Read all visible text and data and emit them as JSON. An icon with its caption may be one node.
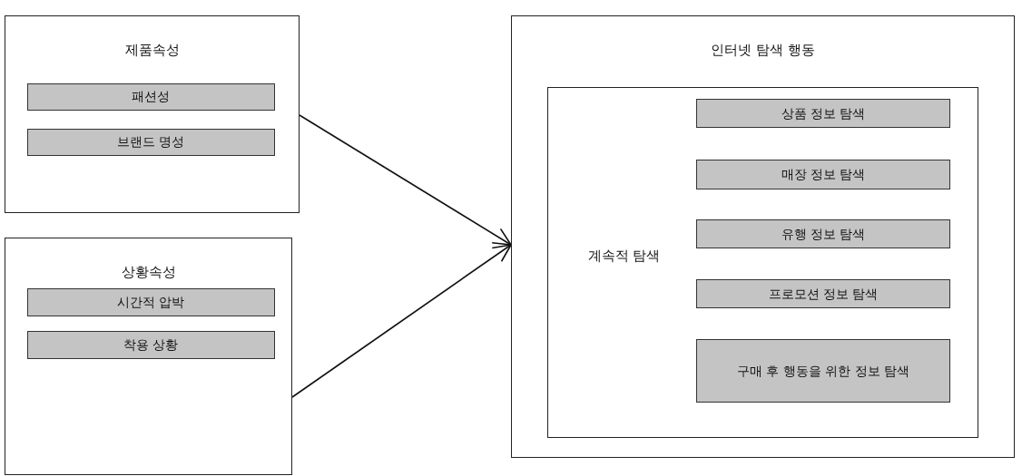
{
  "diagram": {
    "nodes": [
      {
        "text": [
          "제품속성"
        ]
      },
      {
        "text": [
          "패션성"
        ],
        "in": 0
      },
      {
        "text": [
          "브랜드 명성"
        ],
        "in": 0
      },
      {
        "text": [
          "상황속성"
        ]
      },
      {
        "text": [
          "시간적 압박"
        ],
        "in": 3
      },
      {
        "text": [
          "착용 상황"
        ],
        "in": 3
      },
      {
        "text": [
          "인터넷 탐색 행동"
        ]
      },
      {
        "text": [
          "계속적 탐색"
        ],
        "in": 6
      },
      {
        "text": [
          "상품 정보 탐색"
        ],
        "in": 7
      },
      {
        "text": [
          "매장 정보 탐색"
        ],
        "in": 7
      },
      {
        "text": [
          "유행 정보 탐색"
        ],
        "in": 7
      },
      {
        "text": [
          "프로모션 정보 탐색"
        ],
        "in": 7
      },
      {
        "text": [
          "구매 후 행동을 위한 정보 탐색"
        ],
        "in": 7
      }
    ],
    "edges": [
      {
        "from": 0,
        "to": 6,
        "arrow": "to"
      },
      {
        "from": 3,
        "to": 6,
        "arrow": "to"
      }
    ]
  }
}
